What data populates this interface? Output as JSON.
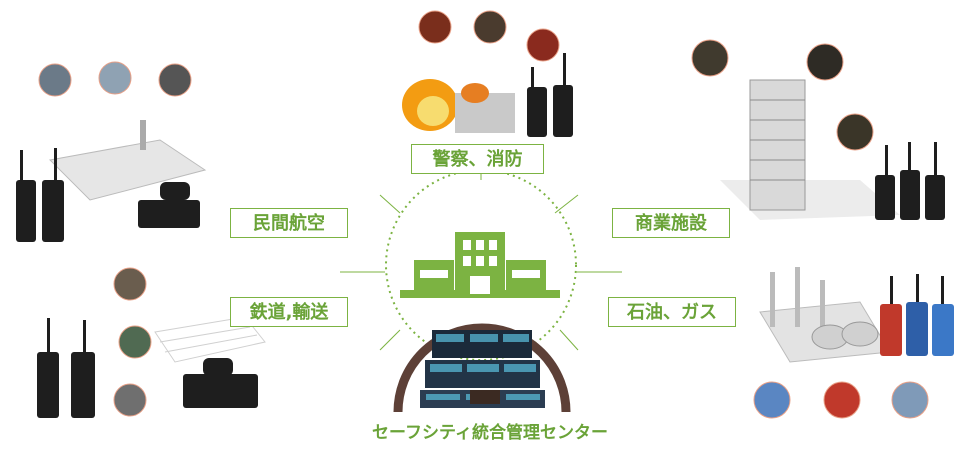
{
  "labels": {
    "police_fire": "警察、消防",
    "aviation": "民間航空",
    "commercial": "商業施設",
    "railway": "鉄道,輸送",
    "oil_gas": "石油、ガス"
  },
  "center": {
    "title": "セーフシティ統合管理センター"
  },
  "colors": {
    "accent_green": "#7cb342",
    "text_green": "#6aa338",
    "arc_brown": "#5d4037",
    "photo_ring": "#e8a087"
  }
}
